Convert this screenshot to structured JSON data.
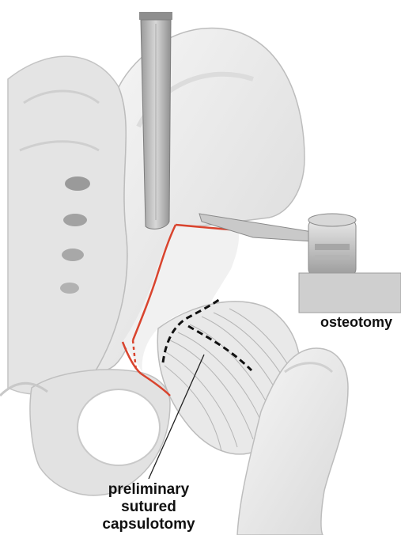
{
  "labels": {
    "osteotomy": "osteotomy",
    "capsulotomy_line1": "preliminary",
    "capsulotomy_line2": "sutured",
    "capsulotomy_line3": "capsulotomy"
  },
  "colors": {
    "bone_fill": "#ececec",
    "bone_shadow": "#c8c8c8",
    "bone_outline": "#bdbdbd",
    "osteotomy_red": "#d9442e",
    "dashed_line": "#111111",
    "instrument_gray": "#b8b8b8"
  },
  "icons": {
    "chisel": "chisel-icon",
    "saw": "oscillating-saw-icon"
  }
}
